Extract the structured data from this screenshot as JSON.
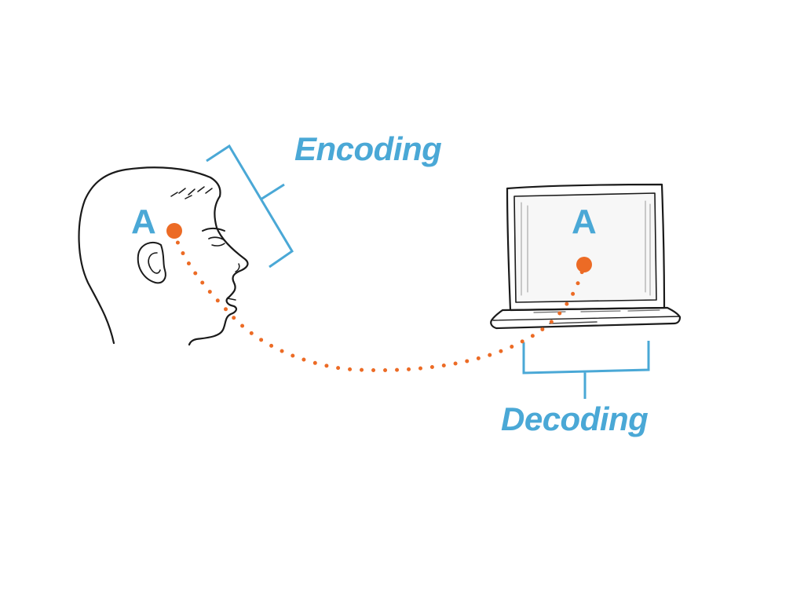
{
  "colors": {
    "label": "#4aa8d6",
    "bracket": "#4aa8d6",
    "dot": "#ec6b25",
    "path": "#ec6b25",
    "sketch": "#1a1a1a"
  },
  "speaker": {
    "icon": "human-head-profile-sketch",
    "concept_letter": "A"
  },
  "computer": {
    "icon": "laptop-sketch",
    "concept_letter": "A"
  },
  "encoding": {
    "label": "Encoding"
  },
  "decoding": {
    "label": "Decoding"
  }
}
